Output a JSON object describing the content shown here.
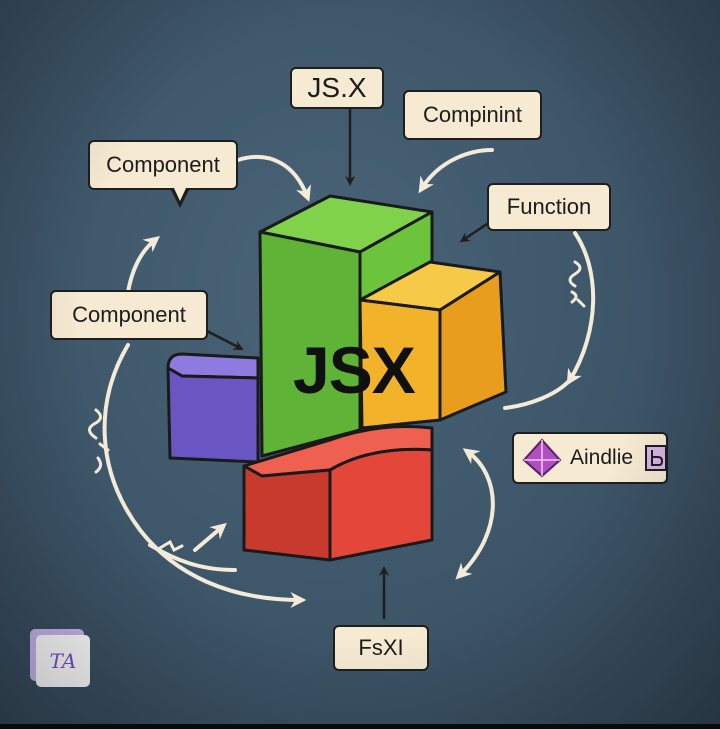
{
  "labels": {
    "jsx": "JS.X",
    "compinint": "Compinint",
    "component_top": "Component",
    "function": "Function",
    "component_left": "Component",
    "aindlie": "Aindlie",
    "fsxi": "FsXI"
  },
  "block_text": "JSX",
  "logo_text": "TA",
  "colors": {
    "background": "#3f586b",
    "green": "#6cc43c",
    "yellow": "#f4b530",
    "purple": "#7560cc",
    "red": "#e2473a",
    "label_bg": "#f6ead2",
    "arrow": "#f3ead8"
  },
  "icons": [
    "diamond-icon",
    "box-b-icon"
  ]
}
